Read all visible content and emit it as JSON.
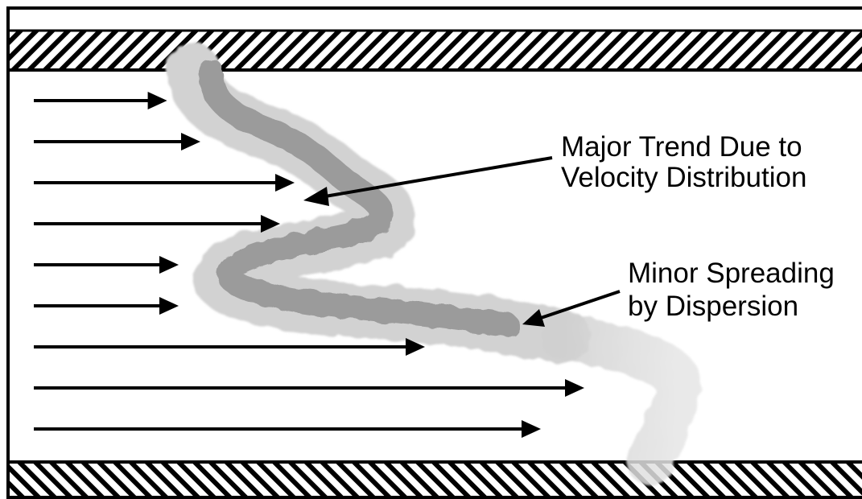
{
  "annotations": {
    "major_trend": {
      "line1": "Major Trend Due to",
      "line2": "Velocity Distribution"
    },
    "minor_spreading": {
      "line1": "Minor Spreading",
      "line2": "by Dispersion"
    }
  },
  "velocity_arrows": {
    "count": 9,
    "relative_lengths": [
      0.92,
      1.15,
      1.8,
      1.7,
      1.0,
      1.0,
      2.7,
      3.8,
      3.5
    ]
  },
  "colors": {
    "outline": "#000000",
    "background": "#ffffff",
    "plume_core": "#9b9b9b",
    "plume_spread": "#d2d2d2"
  }
}
